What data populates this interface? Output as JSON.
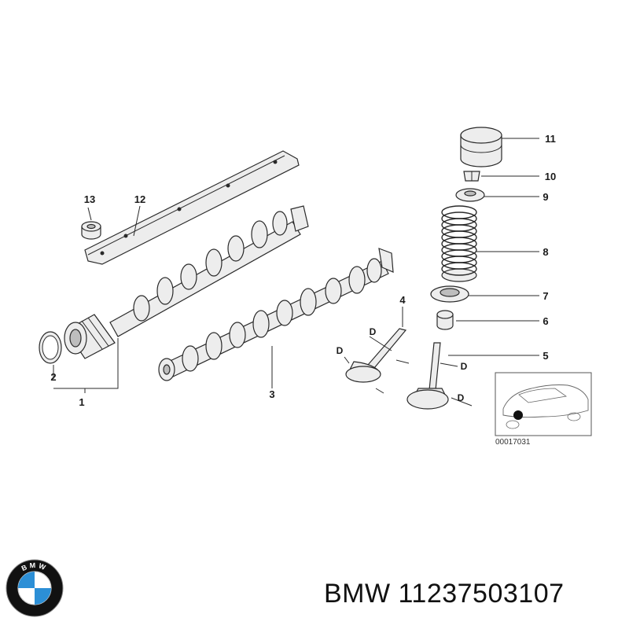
{
  "callouts": [
    "1",
    "2",
    "3",
    "4",
    "5",
    "6",
    "7",
    "8",
    "9",
    "10",
    "11",
    "12",
    "13"
  ],
  "dimension_label": "D",
  "inset_reference": "00017031",
  "brand": {
    "logo_letters": "BMW",
    "part_number_text": "BMW 11237503107"
  },
  "colors": {
    "line": "#2a2a2a",
    "part_fill": "#ededed",
    "logo_blue": "#2c8fd6",
    "logo_ring": "#111111"
  },
  "icons": [
    "bmw-logo-icon"
  ]
}
